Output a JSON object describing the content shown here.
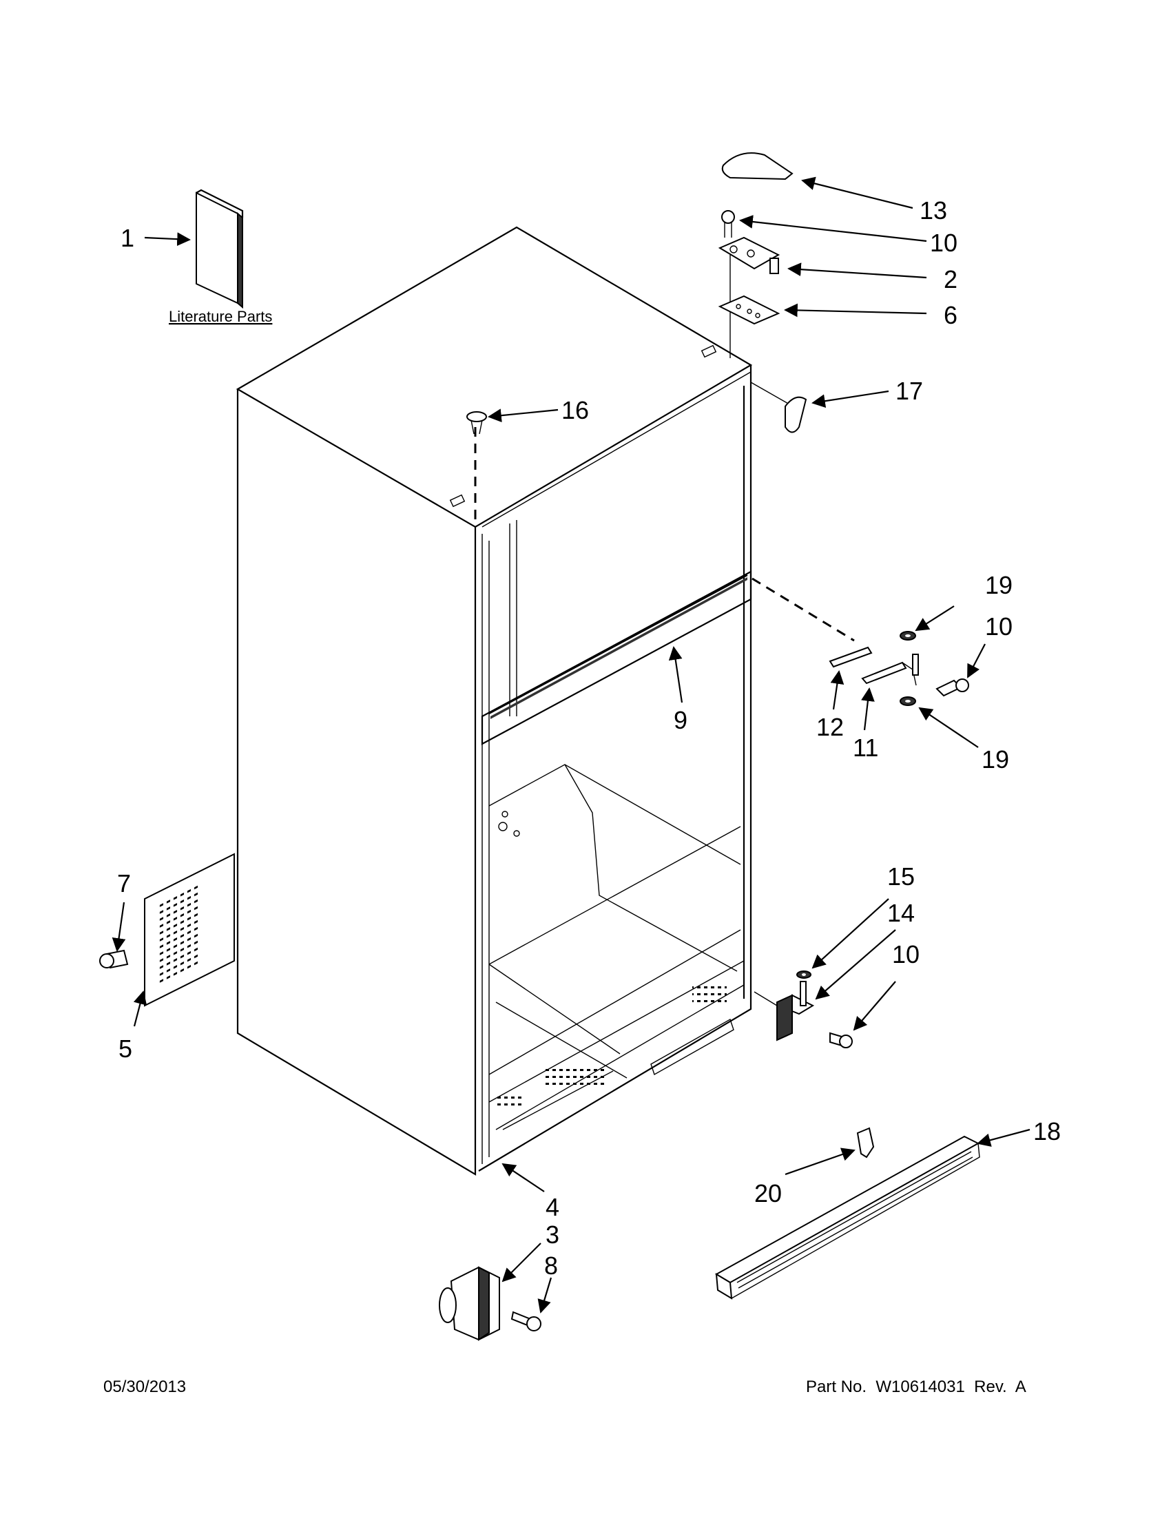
{
  "literature_label": "Literature Parts",
  "callouts": {
    "c1": "1",
    "c2": "2",
    "c3": "3",
    "c4": "4",
    "c5": "5",
    "c6": "6",
    "c7": "7",
    "c8": "8",
    "c9": "9",
    "c10a": "10",
    "c10b": "10",
    "c10c": "10",
    "c11": "11",
    "c12": "12",
    "c13": "13",
    "c14": "14",
    "c15": "15",
    "c16": "16",
    "c17": "17",
    "c18": "18",
    "c19a": "19",
    "c19b": "19",
    "c20": "20"
  },
  "footer": {
    "date": "05/30/2013",
    "part": "Part No.  W10614031  Rev.  A"
  }
}
